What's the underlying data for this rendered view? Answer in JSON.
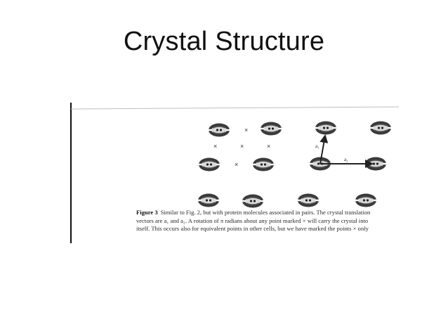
{
  "slide": {
    "title": "Crystal Structure"
  },
  "figure": {
    "label": "Figure 3",
    "caption_lines": [
      "Similar to Fig. 2, but with protein molecules associated in pairs. The crystal translation",
      "vectors are a₁ and a₂. A rotation of π radians about any point marked × will carry the crystal into",
      "itself. This occurs also for equivalent points in other cells, but we have marked the points × only"
    ],
    "vector_labels": {
      "a1": "a₁",
      "a2": "a₂"
    },
    "symmetry_mark": "×",
    "colors": {
      "ink": "#333333",
      "page": "#ffffff",
      "scan_edge": "#1a1a1a"
    }
  }
}
